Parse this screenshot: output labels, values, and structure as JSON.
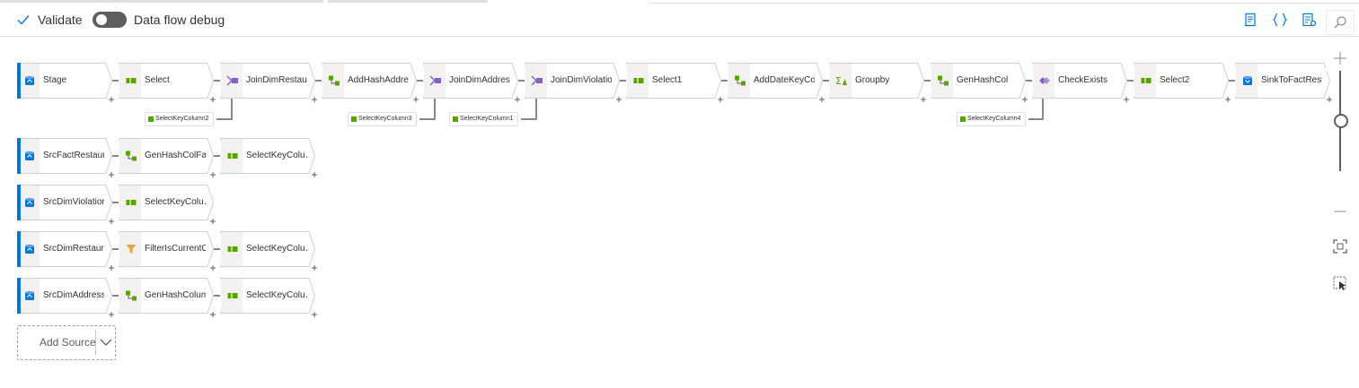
{
  "toolbar": {
    "validate_label": "Validate",
    "debug_label": "Data flow debug",
    "debug_on": false,
    "icons": [
      "script-icon",
      "code-braces-icon",
      "properties-icon",
      "more-icon"
    ]
  },
  "colors": {
    "accent": "#0078d4",
    "source_bar": "#0078d4",
    "select": "#57a300",
    "join": "#8661c5",
    "derive": "#57a300",
    "aggregate": "#57a300",
    "exists": "#8661c5",
    "filter": "#e8a33d",
    "sink": "#0078d4"
  },
  "main_stream": {
    "nodes": [
      {
        "label": "Stage",
        "icon": "source-icon"
      },
      {
        "label": "Select",
        "icon": "select-icon"
      },
      {
        "label": "JoinDimRestaur…",
        "icon": "join-icon"
      },
      {
        "label": "AddHashAddre…",
        "icon": "derived-column-icon"
      },
      {
        "label": "JoinDimAddress",
        "icon": "join-icon"
      },
      {
        "label": "JoinDimViolation",
        "icon": "join-icon"
      },
      {
        "label": "Select1",
        "icon": "select-icon"
      },
      {
        "label": "AddDateKeyCol…",
        "icon": "derived-column-icon"
      },
      {
        "label": "Groupby",
        "icon": "aggregate-icon"
      },
      {
        "label": "GenHashCol",
        "icon": "derived-column-icon"
      },
      {
        "label": "CheckExists",
        "icon": "exists-icon"
      },
      {
        "label": "Select2",
        "icon": "select-icon"
      },
      {
        "label": "SinkToFactResta…",
        "icon": "sink-icon"
      }
    ],
    "refs": [
      "SelectKeyColumn2",
      "SelectKeyColumn3",
      "SelectKeyColumn1",
      "SelectKeyColumn4"
    ]
  },
  "streams": [
    {
      "nodes": [
        {
          "label": "SrcFactRestaura…",
          "icon": "source-icon"
        },
        {
          "label": "GenHashColFact",
          "icon": "derived-column-icon"
        },
        {
          "label": "SelectKeyColu…",
          "icon": "select-icon"
        }
      ]
    },
    {
      "nodes": [
        {
          "label": "SrcDimViolation",
          "icon": "source-icon"
        },
        {
          "label": "SelectKeyColu…",
          "icon": "select-icon"
        }
      ]
    },
    {
      "nodes": [
        {
          "label": "SrcDimRestaura…",
          "icon": "source-icon"
        },
        {
          "label": "FilterIsCurrentO…",
          "icon": "filter-icon"
        },
        {
          "label": "SelectKeyColu…",
          "icon": "select-icon"
        }
      ]
    },
    {
      "nodes": [
        {
          "label": "SrcDimAddress",
          "icon": "source-icon"
        },
        {
          "label": "GenHashColumn",
          "icon": "derived-column-icon"
        },
        {
          "label": "SelectKeyColu…",
          "icon": "select-icon"
        }
      ]
    }
  ],
  "add_source": {
    "label": "Add Source"
  },
  "zoom": {
    "level": 0.5
  }
}
